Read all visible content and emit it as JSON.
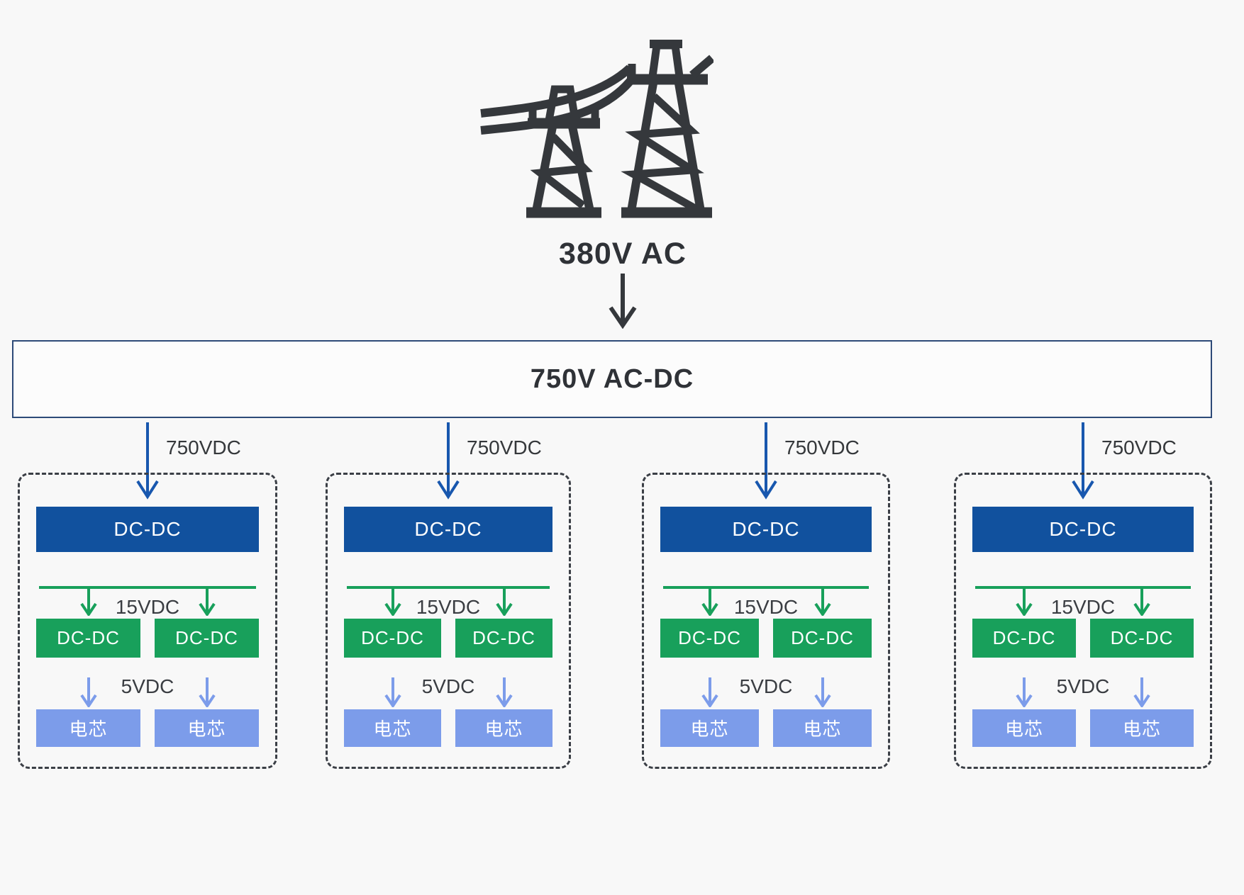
{
  "source": {
    "icon": "transmission-tower-icon",
    "label": "380V AC"
  },
  "rectifier": {
    "label": "750V AC-DC"
  },
  "branches": [
    {
      "input_label": "750VDC",
      "primary_converter": "DC-DC",
      "mid_voltage": "15VDC",
      "secondary_converters": [
        "DC-DC",
        "DC-DC"
      ],
      "low_voltage": "5VDC",
      "cells": [
        "电芯",
        "电芯"
      ]
    },
    {
      "input_label": "750VDC",
      "primary_converter": "DC-DC",
      "mid_voltage": "15VDC",
      "secondary_converters": [
        "DC-DC",
        "DC-DC"
      ],
      "low_voltage": "5VDC",
      "cells": [
        "电芯",
        "电芯"
      ]
    },
    {
      "input_label": "750VDC",
      "primary_converter": "DC-DC",
      "mid_voltage": "15VDC",
      "secondary_converters": [
        "DC-DC",
        "DC-DC"
      ],
      "low_voltage": "5VDC",
      "cells": [
        "电芯",
        "电芯"
      ]
    },
    {
      "input_label": "750VDC",
      "primary_converter": "DC-DC",
      "mid_voltage": "15VDC",
      "secondary_converters": [
        "DC-DC",
        "DC-DC"
      ],
      "low_voltage": "5VDC",
      "cells": [
        "电芯",
        "电芯"
      ]
    }
  ],
  "colors": {
    "background": "#f8f8f8",
    "primary_converter_blue": "#11519e",
    "secondary_converter_green": "#18a05b",
    "cell_periwinkle": "#7c9cea",
    "feed_arrow_blue": "#1857ae",
    "icon_and_text_dark": "#35383c",
    "dashed_cluster_border": "#3b3f46",
    "rectifier_border_navy": "#2d4a78"
  }
}
